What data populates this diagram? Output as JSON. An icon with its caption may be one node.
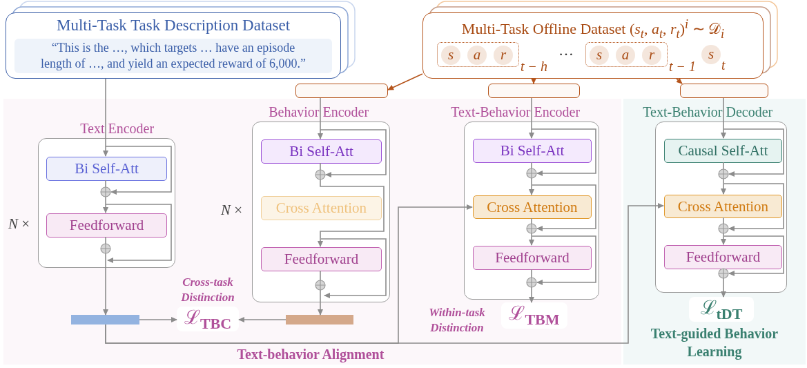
{
  "diagram": {
    "nodes": [
      {
        "text": [
          "Text-behavior Alignment"
        ]
      },
      {
        "text": [
          "Text-guided Behavior Learning"
        ]
      },
      {
        "text": [
          "Multi-Task Task Description Dataset",
          "“This is the …, which targets … have an episode length of …, and yield an expected reward of 6,000.”"
        ]
      },
      {
        "text": [
          "Multi-Task Offline Dataset (*s*$_{t}$, *a*$_{t}$, *r*$_{t}$)$^{i}$ ∼ 𝒟$_{i}$"
        ]
      },
      {
        "text": [],
        "shape": "box",
        "in": 3,
        "beside": [
          "t − h"
        ]
      },
      {
        "text": [
          "s"
        ],
        "in": 4
      },
      {
        "text": [
          "a"
        ],
        "in": 4
      },
      {
        "text": [
          "r"
        ],
        "in": 4
      },
      {
        "text": [],
        "shape": "box",
        "in": 3,
        "beside": [
          "t − 1"
        ]
      },
      {
        "text": [
          "s"
        ],
        "in": 8
      },
      {
        "text": [
          "a"
        ],
        "in": 8
      },
      {
        "text": [
          "r"
        ],
        "in": 8
      },
      {
        "text": [
          "s"
        ],
        "in": 3,
        "beside": [
          "t"
        ]
      },
      {
        "text": [],
        "shape": "box"
      },
      {
        "text": [],
        "shape": "box"
      },
      {
        "text": [],
        "shape": "box"
      },
      {
        "text": [
          "Text Encoder"
        ],
        "in": 0,
        "beside": [
          "*N* ×"
        ]
      },
      {
        "text": [
          "Bi Self-Att"
        ],
        "in": 16
      },
      {
        "text": [
          "Feedforward"
        ],
        "in": 16
      },
      {
        "text": [
          "Behavior Encoder"
        ],
        "in": 0,
        "beside": [
          "*N* ×"
        ]
      },
      {
        "text": [
          "Bi Self-Att"
        ],
        "in": 19
      },
      {
        "text": [
          "Cross Attention"
        ],
        "in": 19
      },
      {
        "text": [
          "Feedforward"
        ],
        "in": 19
      },
      {
        "text": [
          "Text-Behavior Encoder"
        ],
        "in": 0
      },
      {
        "text": [
          "Bi Self-Att"
        ],
        "in": 23
      },
      {
        "text": [
          "Cross Attention"
        ],
        "in": 23
      },
      {
        "text": [
          "Feedforward"
        ],
        "in": 23
      },
      {
        "text": [
          "Text-Behavior Decoder"
        ],
        "in": 1
      },
      {
        "text": [
          "Causal Self-Att"
        ],
        "in": 27
      },
      {
        "text": [
          "Cross Attention"
        ],
        "in": 27
      },
      {
        "text": [
          "Feedforward"
        ],
        "in": 27
      },
      {
        "text": [],
        "shape": "bar",
        "in": 0
      },
      {
        "text": [],
        "shape": "bar",
        "in": 0
      },
      {
        "text": [
          "ℒ$_{TBC}$"
        ],
        "in": 0
      },
      {
        "text": [
          "ℒ$_{TBM}$"
        ],
        "in": 0
      },
      {
        "text": [
          "ℒ$_{tDT}$"
        ],
        "in": 1
      }
    ],
    "edges": [
      {
        "from": 2,
        "to": 17,
        "arrow": "to"
      },
      {
        "from": 3,
        "to": 13,
        "arrow": "to",
        "color": "#b5541b"
      },
      {
        "from": 3,
        "to": 14,
        "arrow": "to",
        "color": "#b5541b"
      },
      {
        "from": 3,
        "to": 15,
        "arrow": "to",
        "color": "#b5541b"
      },
      {
        "from": 13,
        "to": 20,
        "arrow": "to"
      },
      {
        "from": 14,
        "to": 24,
        "arrow": "to"
      },
      {
        "from": 15,
        "to": 28,
        "arrow": "to"
      },
      {
        "from": 17,
        "to": 18,
        "arrow": "to"
      },
      {
        "from": 18,
        "to": 31,
        "arrow": "to"
      },
      {
        "from": 20,
        "to": 22,
        "arrow": "to"
      },
      {
        "from": 22,
        "to": 32,
        "arrow": "to"
      },
      {
        "from": 31,
        "to": 33,
        "arrow": "to"
      },
      {
        "from": 32,
        "to": 33,
        "arrow": "to"
      },
      {
        "from": 24,
        "to": 25,
        "arrow": "to"
      },
      {
        "from": 25,
        "to": 26,
        "arrow": "to"
      },
      {
        "from": 26,
        "to": 34,
        "arrow": "to"
      },
      {
        "from": 31,
        "to": 25,
        "arrow": "to"
      },
      {
        "from": 31,
        "to": 29,
        "arrow": "to"
      },
      {
        "from": 28,
        "to": 29,
        "arrow": "to"
      },
      {
        "from": 29,
        "to": 30,
        "arrow": "to"
      },
      {
        "from": 30,
        "to": 35,
        "arrow": "to"
      }
    ],
    "labels": [
      "…",
      "Cross-task Distinction",
      "Within-task Distinction"
    ]
  }
}
